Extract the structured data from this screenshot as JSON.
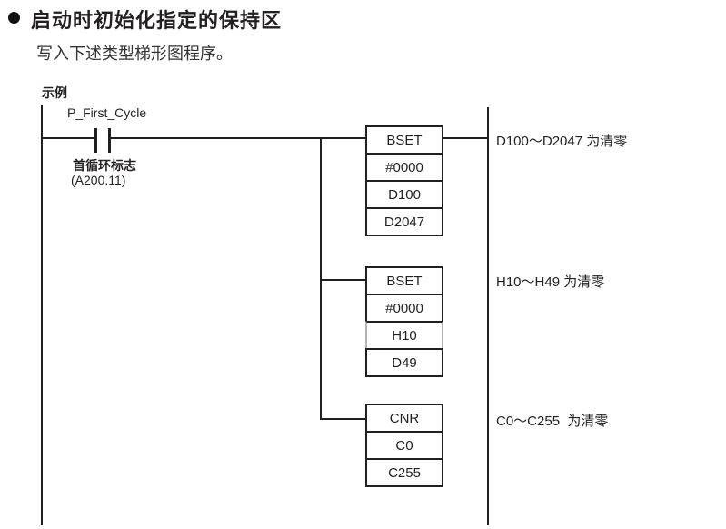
{
  "page": {
    "title": "启动时初始化指定的保持区",
    "subtitle": "写入下述类型梯形图程序。",
    "example_label": "示例"
  },
  "contact": {
    "label": "P_First_Cycle",
    "name": "首循环标志",
    "address": "(A200.11)"
  },
  "blocks": [
    {
      "rows": [
        "BSET",
        "#0000",
        "D100",
        "D2047"
      ],
      "comment": "D100～D2047 为清零"
    },
    {
      "rows": [
        "BSET",
        "#0000",
        "H10",
        "D49"
      ],
      "comment": "H10～H49 为清零"
    },
    {
      "rows": [
        "CNR",
        "C0",
        "C255"
      ],
      "comment": "C0～C255  为清零"
    }
  ],
  "colors": {
    "line": "#231f20",
    "highlight_border": "#b3b3b3",
    "background": "#ffffff"
  }
}
